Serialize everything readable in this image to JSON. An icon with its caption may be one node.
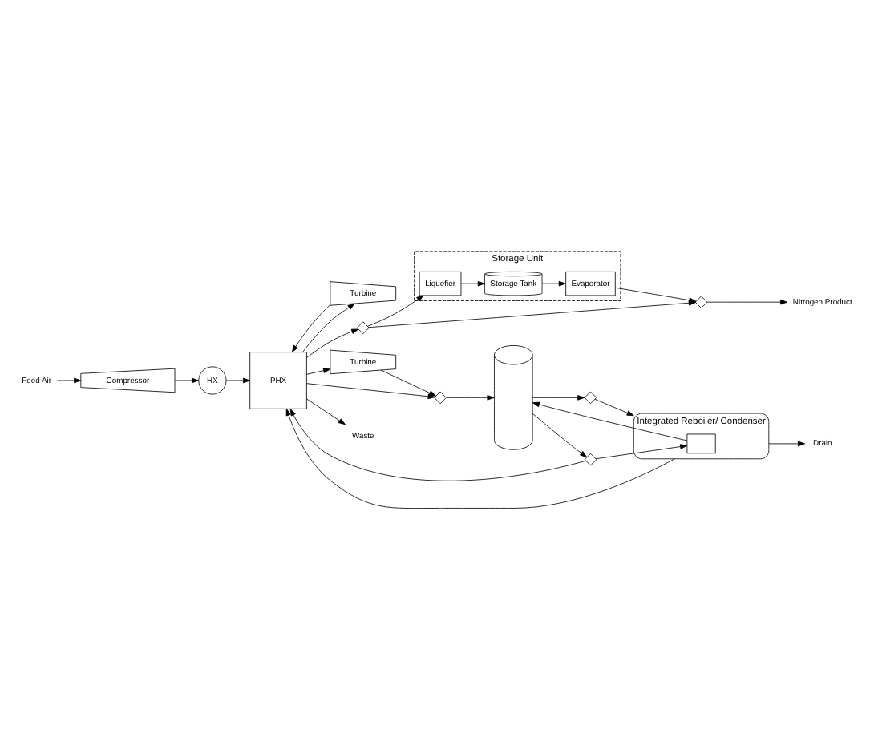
{
  "diagram": {
    "nodes": [
      {
        "text": [
          "Feed Air"
        ]
      },
      {
        "text": [
          "Compressor"
        ]
      },
      {
        "text": [
          "HX"
        ]
      },
      {
        "text": [
          "PHX"
        ]
      },
      {
        "text": [
          "Turbine"
        ]
      },
      {
        "text": [
          "Turbine"
        ]
      },
      {
        "text": [],
        "shape": "valve"
      },
      {
        "text": [],
        "shape": "cylinder"
      },
      {
        "text": [
          "Integrated Reboiler/ Condenser"
        ]
      },
      {
        "text": [],
        "shape": "box",
        "in": 8
      },
      {
        "text": [
          "Drain"
        ]
      },
      {
        "text": [],
        "shape": "valve"
      },
      {
        "text": [],
        "shape": "valve"
      },
      {
        "text": [
          "Storage Unit"
        ]
      },
      {
        "text": [
          "Evaporator"
        ],
        "in": 13
      },
      {
        "text": [
          "Storage Tank"
        ],
        "in": 13
      },
      {
        "text": [
          "Liquefier"
        ],
        "in": 13
      },
      {
        "text": [],
        "shape": "valve"
      },
      {
        "text": [],
        "shape": "valve"
      },
      {
        "text": [
          "Nitrogen Product"
        ]
      },
      {
        "text": [
          "Waste"
        ]
      }
    ],
    "edges": [
      {
        "from": 0,
        "to": 1,
        "arrow": "to"
      },
      {
        "from": 1,
        "to": 2,
        "arrow": "to"
      },
      {
        "from": 2,
        "to": 3,
        "arrow": "to"
      },
      {
        "from": 3,
        "to": 6,
        "arrow": "to"
      },
      {
        "from": 3,
        "to": 5,
        "arrow": "to"
      },
      {
        "from": 5,
        "to": 6,
        "arrow": "to"
      },
      {
        "from": 6,
        "to": 7,
        "arrow": "to"
      },
      {
        "from": 9,
        "to": 7,
        "arrow": "to"
      },
      {
        "from": 7,
        "to": 11,
        "arrow": "to"
      },
      {
        "from": 11,
        "to": 8,
        "arrow": "to"
      },
      {
        "from": 8,
        "to": 10,
        "arrow": "to"
      },
      {
        "from": 7,
        "to": 12,
        "arrow": "to"
      },
      {
        "from": 12,
        "to": 9,
        "arrow": "to"
      },
      {
        "from": 12,
        "to": 3,
        "arrow": "to"
      },
      {
        "from": 8,
        "to": 3,
        "arrow": "to"
      },
      {
        "from": 3,
        "to": 20,
        "arrow": "to"
      },
      {
        "from": 3,
        "to": 4,
        "arrow": "to"
      },
      {
        "from": 4,
        "to": 3,
        "arrow": "to"
      },
      {
        "from": 3,
        "to": 17,
        "arrow": "to"
      },
      {
        "from": 17,
        "to": 18,
        "arrow": "to"
      },
      {
        "from": 18,
        "to": 19,
        "arrow": "to"
      },
      {
        "from": 17,
        "to": 16,
        "arrow": "to"
      },
      {
        "from": 16,
        "to": 15,
        "arrow": "to"
      },
      {
        "from": 15,
        "to": 14,
        "arrow": "to"
      },
      {
        "from": 14,
        "to": 18,
        "arrow": "to"
      }
    ]
  }
}
